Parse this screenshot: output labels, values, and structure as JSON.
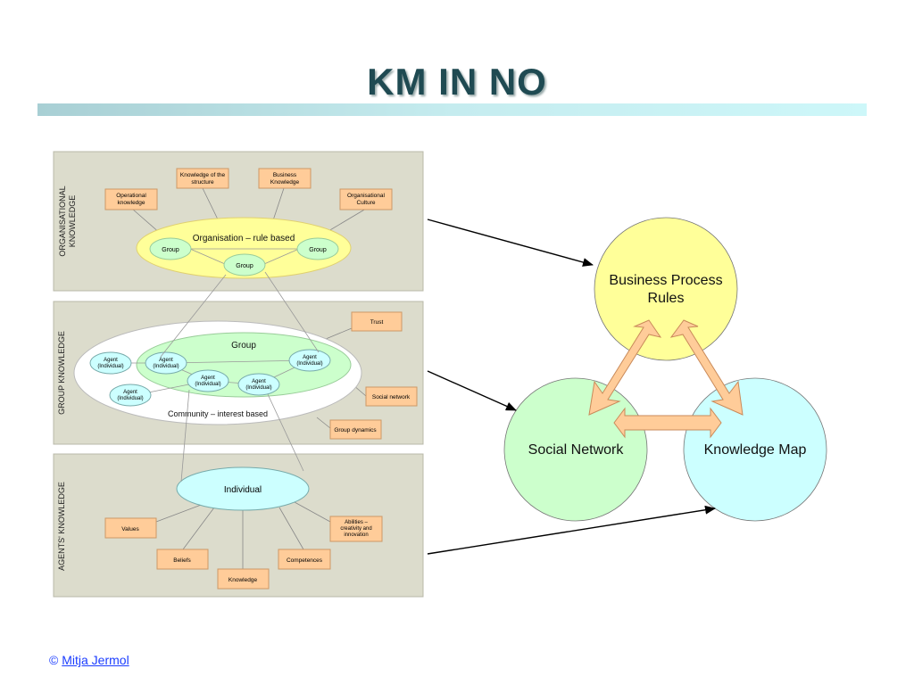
{
  "title": "KM IN NO",
  "footer": {
    "copyright": "©",
    "author": "Mitja Jermol"
  },
  "left_panels": {
    "organisational": {
      "side_label_line1": "ORGANISATIONAL",
      "side_label_line2": "KNOWLEDGE",
      "ellipse_label": "Organisation – rule based",
      "group_left": "Group",
      "group_right": "Group",
      "group_center": "Group",
      "boxes": {
        "operational_l1": "Operational",
        "operational_l2": "knowledge",
        "structure_l1": "Knowledge of the",
        "structure_l2": "structure",
        "business_l1": "Business",
        "business_l2": "Knowledge",
        "culture_l1": "Organisational",
        "culture_l2": "Culture"
      }
    },
    "group": {
      "side_label": "GROUP KNOWLEDGE",
      "group_label": "Group",
      "community_label": "Community – interest based",
      "agent_l1": "Agent",
      "agent_l2": "(Individual)",
      "boxes": {
        "trust": "Trust",
        "social_network": "Social network",
        "group_dynamics": "Group dynamics"
      }
    },
    "agents": {
      "side_label": "AGENTS' KNOWLEDGE",
      "individual_label": "Individual",
      "boxes": {
        "values": "Values",
        "beliefs": "Beliefs",
        "knowledge": "Knowledge",
        "competences": "Competences",
        "abilities_l1": "Abilities –",
        "abilities_l2": "creativity and",
        "abilities_l3": "innovation"
      }
    }
  },
  "right_diagram": {
    "business_l1": "Business Process",
    "business_l2": "Rules",
    "social": "Social Network",
    "knowledge_map": "Knowledge Map",
    "colors": {
      "business": "#ffff99",
      "social": "#ccffcc",
      "knowledge_map": "#ccffff",
      "arrow_fill": "#ffcc99"
    }
  }
}
